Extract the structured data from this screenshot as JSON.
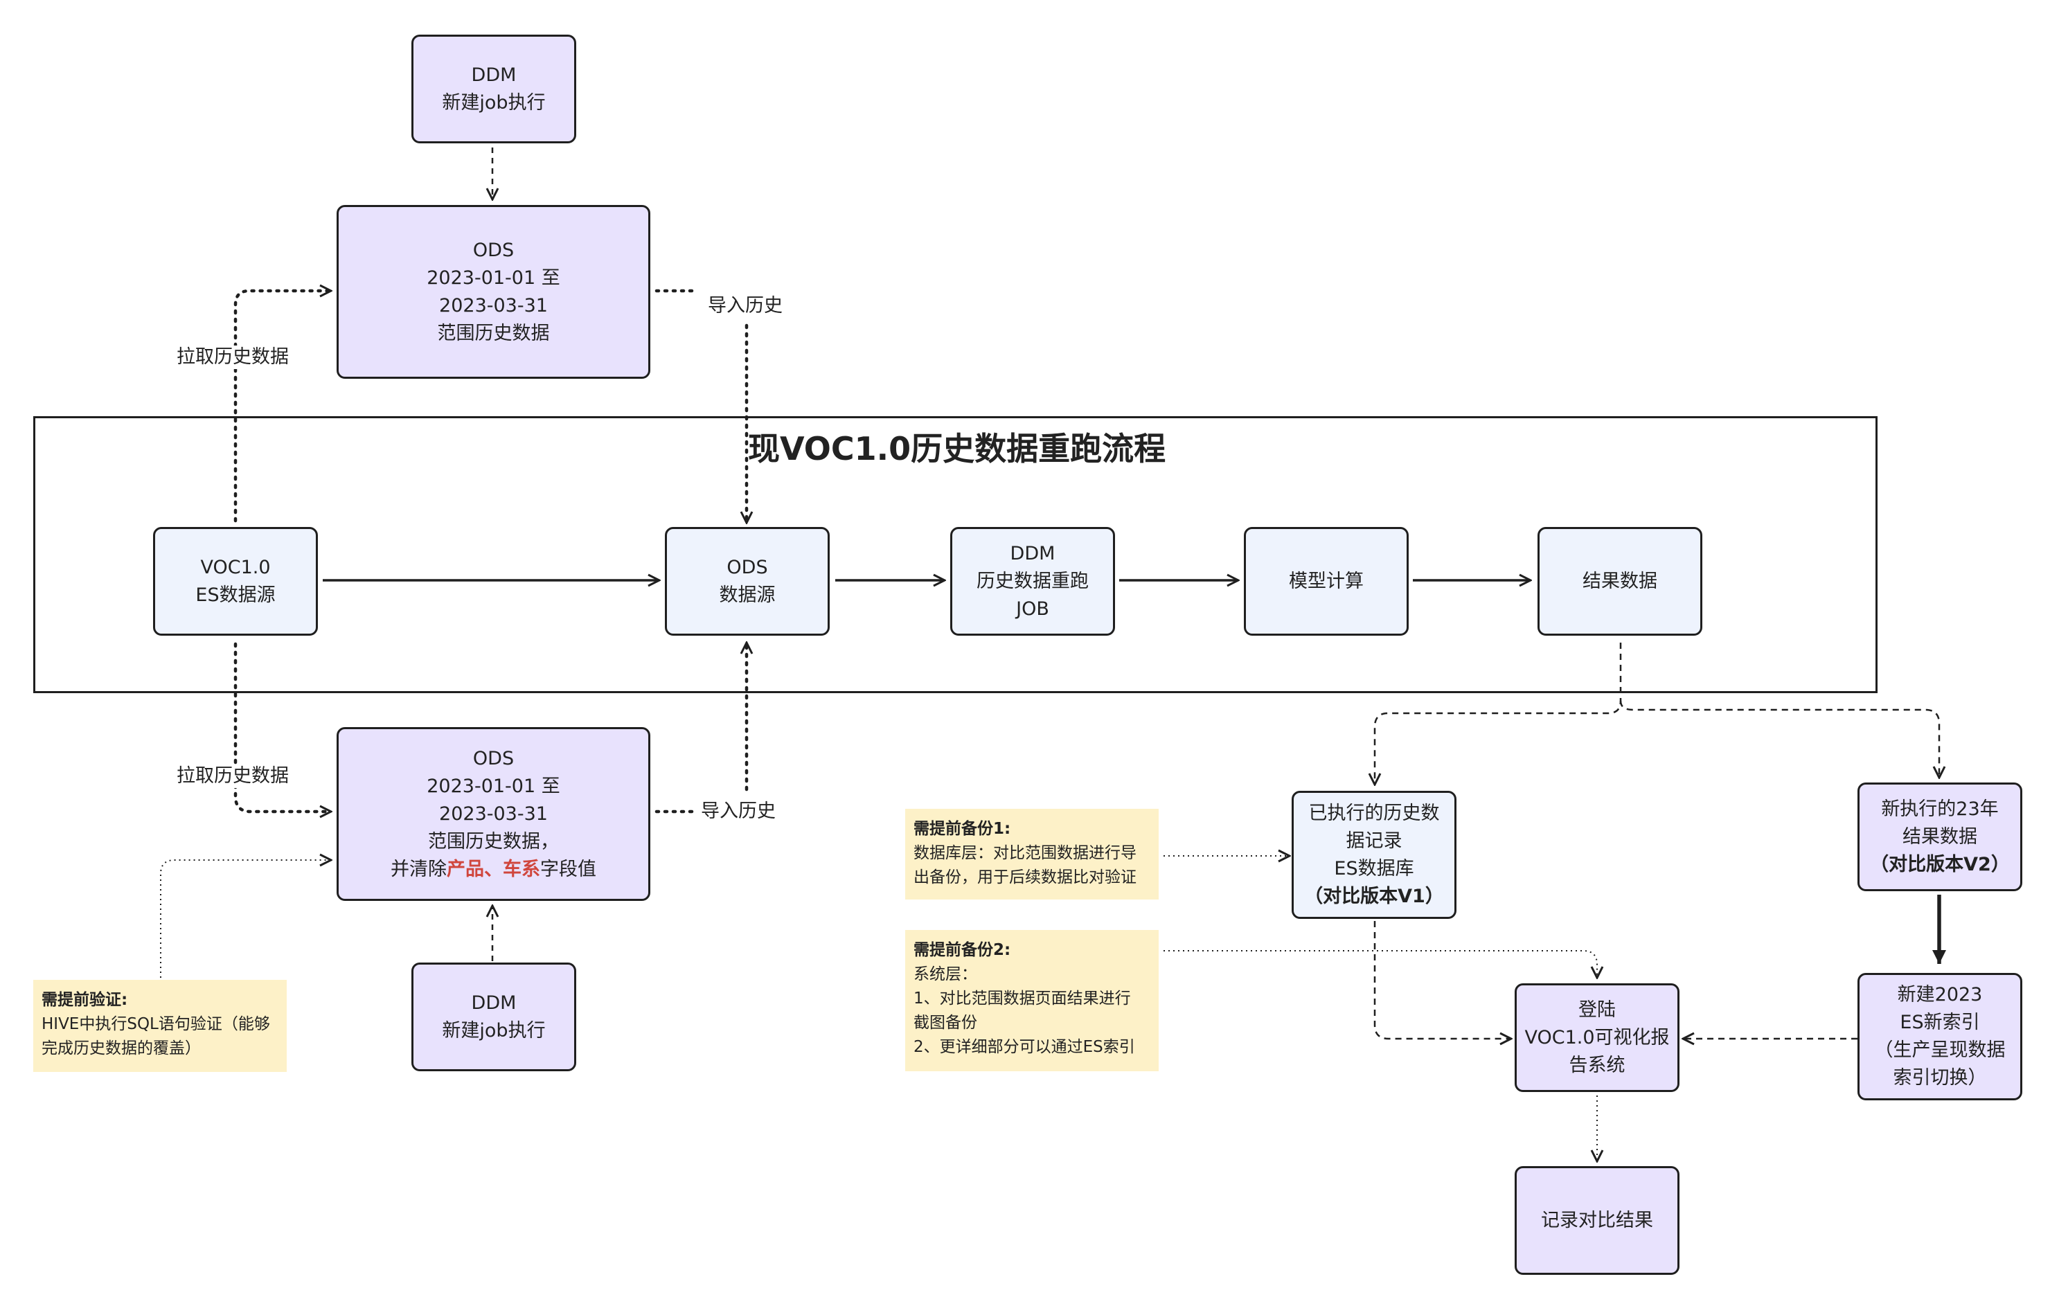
{
  "frame": {
    "title": "现VOC1.0历史数据重跑流程"
  },
  "nodes": {
    "ddm_top": [
      "DDM",
      "新建job执行"
    ],
    "ods_top": [
      "ODS",
      "2023-01-01 至",
      "2023-03-31",
      "范围历史数据"
    ],
    "voc_source": [
      "VOC1.0",
      "ES数据源"
    ],
    "ods_source": [
      "ODS",
      "数据源"
    ],
    "ddm_rerun": [
      "DDM",
      "历史数据重跑",
      "JOB"
    ],
    "model_calc": [
      "模型计算"
    ],
    "result_data": [
      "结果数据"
    ],
    "ods_bottom": {
      "lines": [
        "ODS",
        "2023-01-01 至",
        "2023-03-31",
        "范围历史数据，"
      ],
      "clear_prefix": "并清除",
      "clear_highlight": "产品、车系",
      "clear_suffix": "字段值"
    },
    "ddm_bottom": [
      "DDM",
      "新建job执行"
    ],
    "executed_records": {
      "lines": [
        "已执行的历史数",
        "据记录",
        "ES数据库"
      ],
      "bold": "（对比版本V1）"
    },
    "new_2023_results": {
      "lines": [
        "新执行的23年",
        "结果数据"
      ],
      "bold": "（对比版本V2）"
    },
    "login_voc": [
      "登陆",
      "VOC1.0可视化报",
      "告系统"
    ],
    "new_es_index": [
      "新建2023",
      "ES新索引",
      "（生产呈现数据",
      "索引切换）"
    ],
    "record_compare": [
      "记录对比结果"
    ]
  },
  "labels": {
    "pull_top": "拉取历史数据",
    "import_top": "导入历史",
    "pull_bottom": "拉取历史数据",
    "import_bottom": "导入历史"
  },
  "notes": {
    "pre_verify": {
      "title": "需提前验证:",
      "lines": [
        "HIVE中执行SQL语句验证（能够",
        "完成历史数据的覆盖）"
      ]
    },
    "backup1": {
      "title": "需提前备份1:",
      "lines": [
        "数据库层：对比范围数据进行导",
        "出备份，用于后续数据比对验证"
      ]
    },
    "backup2": {
      "title": "需提前备份2:",
      "lines": [
        "系统层：",
        "1、对比范围数据页面结果进行",
        "截图备份",
        "2、更详细部分可以通过ES索引"
      ]
    }
  },
  "colors": {
    "node_purple": "#e8e2fd",
    "node_blue": "#eef3fd",
    "note_yellow": "#fdf1c8",
    "highlight_red": "#d0463d",
    "stroke": "#1f1f1f"
  }
}
